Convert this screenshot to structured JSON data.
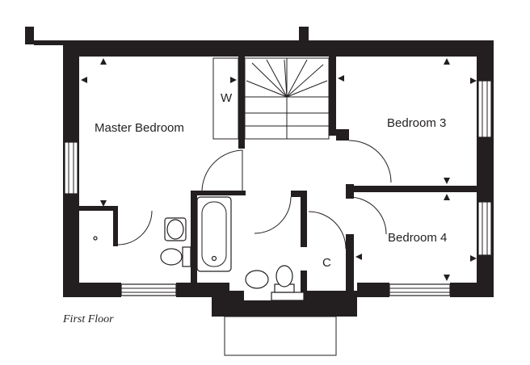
{
  "floor_label": "First Floor",
  "rooms": {
    "master_bedroom": "Master Bedroom",
    "bedroom_3": "Bedroom 3",
    "bedroom_4": "Bedroom 4",
    "wardrobe": "W",
    "cupboard": "C"
  },
  "colors": {
    "wall": "#231f20",
    "background": "#ffffff"
  }
}
